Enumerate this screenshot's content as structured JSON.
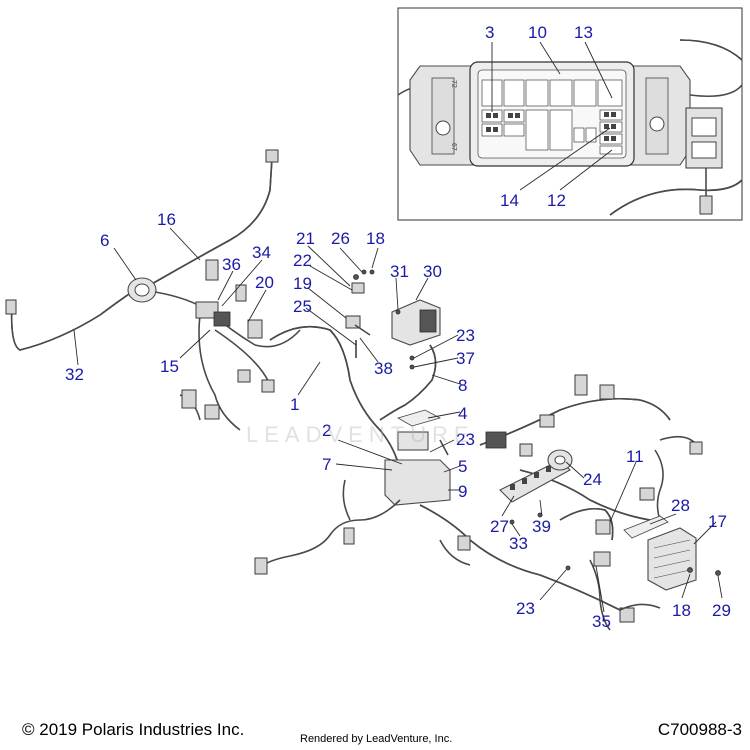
{
  "diagram": {
    "callouts": [
      "3",
      "10",
      "13",
      "14",
      "12",
      "16",
      "6",
      "36",
      "34",
      "20",
      "15",
      "32",
      "1",
      "21",
      "26",
      "18",
      "22",
      "19",
      "25",
      "31",
      "30",
      "23",
      "37",
      "38",
      "8",
      "4",
      "2",
      "7",
      "5",
      "9",
      "24",
      "11",
      "28",
      "17",
      "27",
      "39",
      "33",
      "35",
      "29"
    ],
    "watermark": "LEADVENTURE"
  },
  "footer": {
    "copyright": "© 2019 Polaris Industries Inc.",
    "rendered_by": "Rendered by LeadVenture, Inc.",
    "part_number": "C700988-3"
  }
}
